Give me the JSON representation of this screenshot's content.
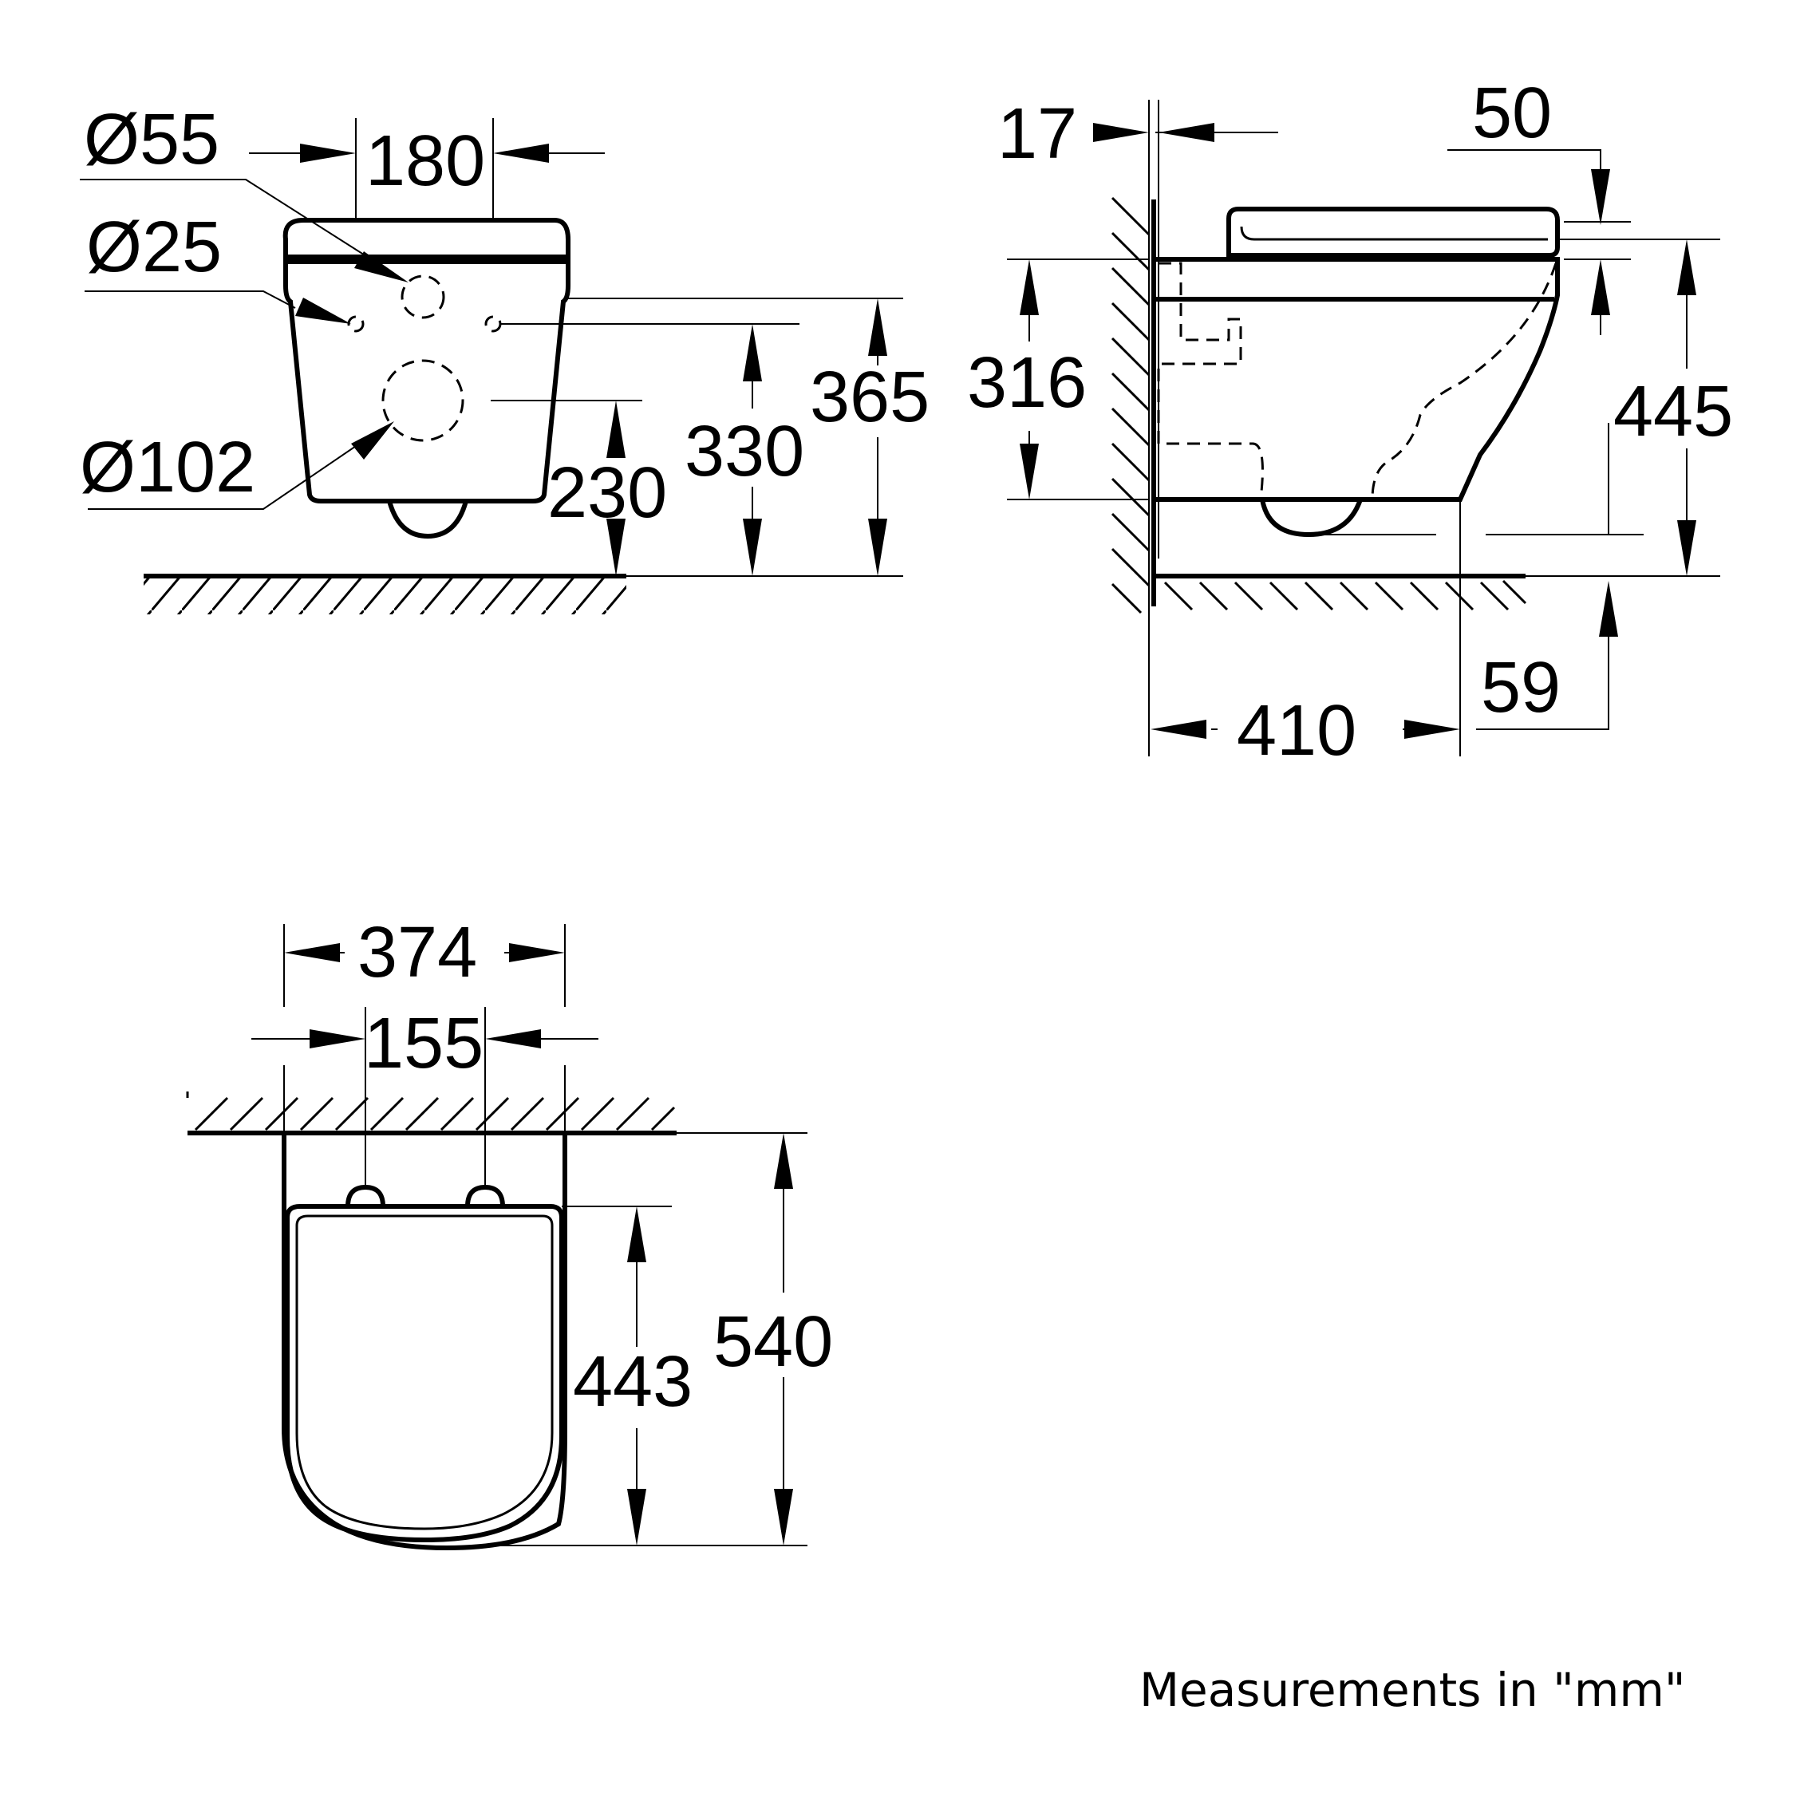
{
  "front_view": {
    "dims": {
      "d55": "Ø55",
      "d25": "Ø25",
      "d102": "Ø102",
      "w180": "180",
      "h365": "365",
      "h330": "330",
      "h230": "230"
    }
  },
  "side_view": {
    "dims": {
      "d17": "17",
      "d50": "50",
      "d316": "316",
      "d445": "445",
      "d59": "59",
      "d410": "410"
    }
  },
  "top_view": {
    "dims": {
      "d374": "374",
      "d155": "155",
      "d443": "443",
      "d540": "540"
    }
  },
  "footnote": "Measurements in \"mm\""
}
